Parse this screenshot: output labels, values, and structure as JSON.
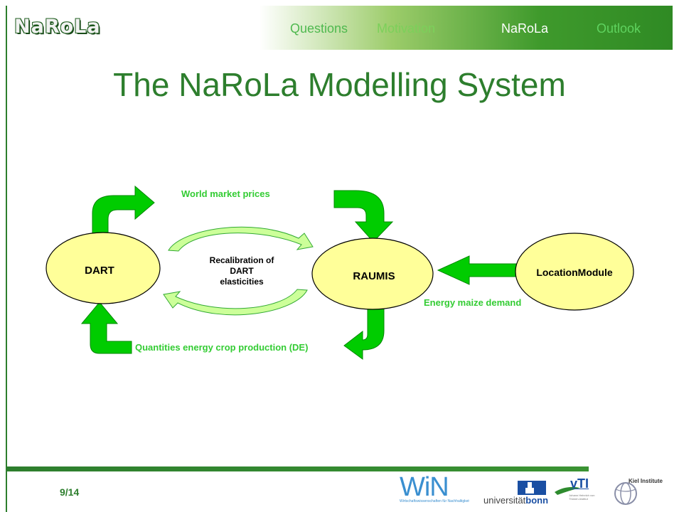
{
  "header": {
    "logo_text": "NaRoLa",
    "nav": [
      "Questions",
      "Motivation",
      "NaRoLa",
      "Outlook"
    ],
    "nav_active_index": 2
  },
  "slide": {
    "title": "The NaRoLa Modelling System"
  },
  "diagram": {
    "nodes": {
      "dart": "DART",
      "raumis": "RAUMIS",
      "location": "LocationModule"
    },
    "center_text": [
      "Recalibration of",
      "DART",
      "elasticities"
    ],
    "labels": {
      "world_prices": "World market prices",
      "quantities": "Quantities energy crop production (DE)",
      "energy_maize": "Energy maize demand"
    }
  },
  "footer": {
    "page": "9/14",
    "sponsors": {
      "win": "WiN",
      "win_sub": "Wirtschaftswissenschaften für Nachhaltigkeit",
      "bonn": "universität",
      "bonn_bold": "bonn",
      "vti": "vTI",
      "vti_sub": "Johann Heinrich von Thünen-Institut",
      "kiel": "Kiel Institute"
    }
  },
  "colors": {
    "green": "#2d7e2d",
    "arrow_green": "#00cc00",
    "node_fill": "#ffff99",
    "curve_fill": "#ccff99",
    "label_green": "#33cc33"
  }
}
